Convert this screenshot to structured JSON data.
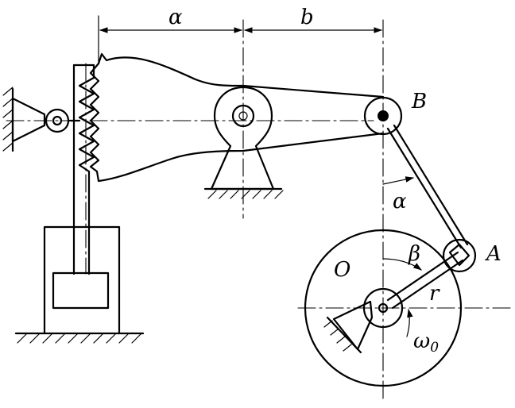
{
  "labels": {
    "dim_a": "α",
    "dim_b": "b",
    "point_B": "B",
    "point_A": "A",
    "angle_alpha": "α",
    "angle_beta": "β",
    "center_O": "O",
    "crank_r": "r",
    "omega": "ω",
    "omega_sub": "0"
  }
}
